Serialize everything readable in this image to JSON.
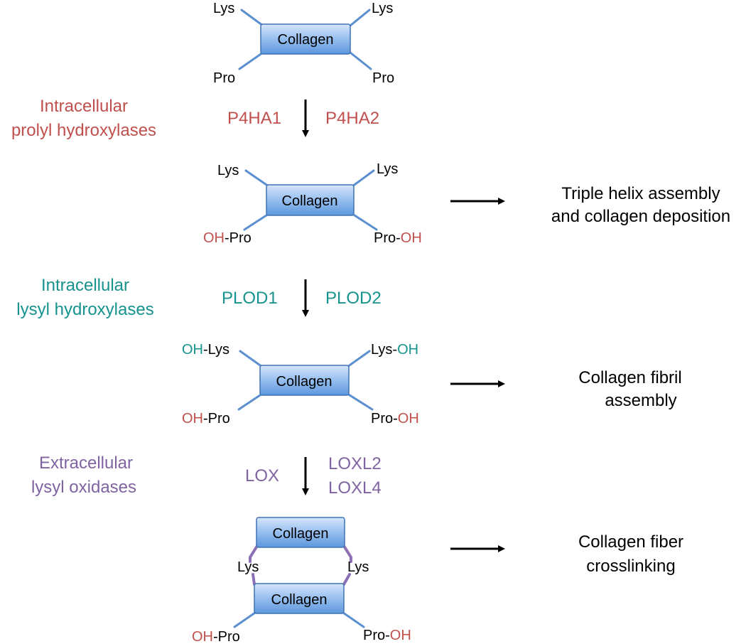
{
  "colors": {
    "prolyl": "#c0504d",
    "lysyl_hydroxylase": "#17928c",
    "lysyl_oxidase": "#8064a2",
    "leg": "#5b8fcf",
    "crosslink": "#8c6fb5",
    "box_top": "#d6e6fb",
    "box_bottom": "#5d97dc",
    "box_border": "#3f73b4"
  },
  "icons": {
    "flow_arrow": "arrow-down-icon",
    "result_arrow": "arrow-right-icon"
  },
  "boxes": {
    "label": "Collagen"
  },
  "residues": {
    "lys": "Lys",
    "pro": "Pro",
    "oh": "OH",
    "hyphen": "-"
  },
  "steps": [
    {
      "category_line1": "Intracellular",
      "category_line2": "prolyl hydroxylases",
      "enzyme_left": "P4HA1",
      "enzyme_right": "P4HA2"
    },
    {
      "category_line1": "Intracellular",
      "category_line2": "lysyl hydroxylases",
      "enzyme_left": "PLOD1",
      "enzyme_right": "PLOD2"
    },
    {
      "category_line1": "Extracellular",
      "category_line2": "lysyl oxidases",
      "enzyme_left": "LOX",
      "enzyme_right_line1": "LOXL2",
      "enzyme_right_line2": "LOXL4"
    }
  ],
  "outcomes": [
    {
      "line1": "Triple helix assembly",
      "line2": "and collagen deposition"
    },
    {
      "line1": "Collagen fibril",
      "line2": "assembly"
    },
    {
      "line1": "Collagen fiber",
      "line2": "crosslinking"
    }
  ]
}
